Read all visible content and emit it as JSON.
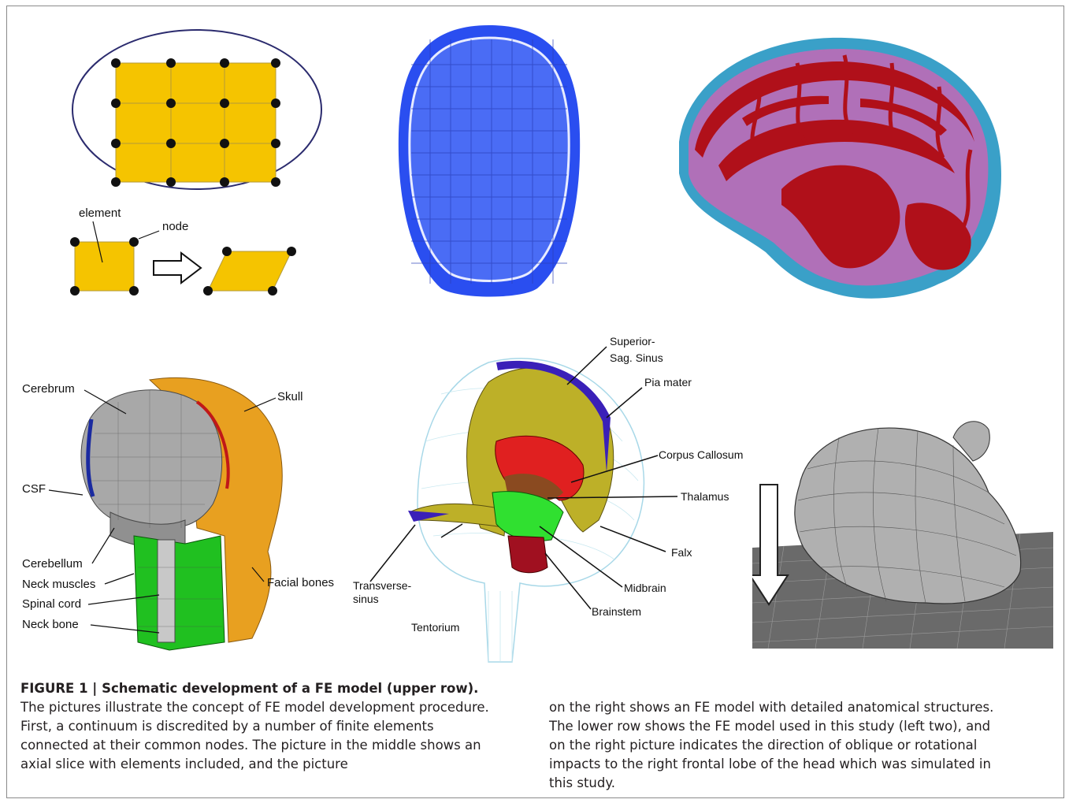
{
  "figure": {
    "title": "FIGURE 1 | Schematic development of a FE model (upper row).",
    "caption_col1": "The pictures illustrate the concept of FE model development procedure. First, a continuum is discredited by a number of finite elements connected at their common nodes. The picture in the middle shows an axial slice with elements included, and the picture",
    "caption_col2": "on the right shows an FE model with detailed anatomical structures. The lower row shows the FE model used in this study (left two), and on the right picture indicates the direction of oblique or rotational impacts to the right frontal lobe of the head which was simulated in this study."
  },
  "panel_mesh": {
    "element_label": "element",
    "node_label": "node"
  },
  "panel_head_model": {
    "labels": {
      "cerebrum": "Cerebrum",
      "skull": "Skull",
      "csf": "CSF",
      "cerebellum": "Cerebellum",
      "neck_muscles": "Neck muscles",
      "spinal_cord": "Spinal cord",
      "neck_bone": "Neck bone",
      "facial_bones": "Facial bones"
    }
  },
  "panel_brain_model": {
    "labels": {
      "superior_sag_sinus_1": "Superior-",
      "superior_sag_sinus_2": "Sag. Sinus",
      "pia_mater": "Pia mater",
      "corpus_callosum": "Corpus Callosum",
      "thalamus": "Thalamus",
      "falx": "Falx",
      "midbrain": "Midbrain",
      "brainstem": "Brainstem",
      "tentorium": "Tentorium",
      "transverse_sinus_1": "Transverse-",
      "transverse_sinus_2": "sinus"
    }
  },
  "colors": {
    "element_fill": "#f5c400",
    "axial_blue": "#2a4ef0",
    "brain_red": "#b0101a",
    "brain_purple": "#b070b8",
    "brain_cyan": "#3aa0c8",
    "model_grey": "#a8a8a8",
    "skull_orange": "#e8a020",
    "neck_green": "#20c020"
  }
}
